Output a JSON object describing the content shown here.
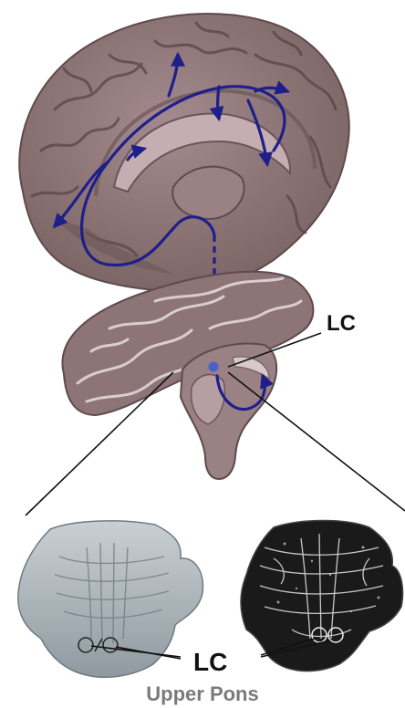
{
  "figure": {
    "labels": {
      "lc_upper": "LC",
      "lc_lower": "LC",
      "caption": "Upper Pons"
    },
    "colors": {
      "brain_tissue": "#8d7477",
      "brain_dark": "#5f4a4e",
      "brain_light": "#b79ea2",
      "projection_pathway": "#1f1f8a",
      "lc_marker": "#4a62c8",
      "section_light_bg": "#aeb8bd",
      "section_dark_bg": "#1a1a1a",
      "label_text": "#111111",
      "caption_text": "#7a7a7a"
    },
    "icons": [
      "arrowhead-icon",
      "circle-marker-icon"
    ]
  }
}
